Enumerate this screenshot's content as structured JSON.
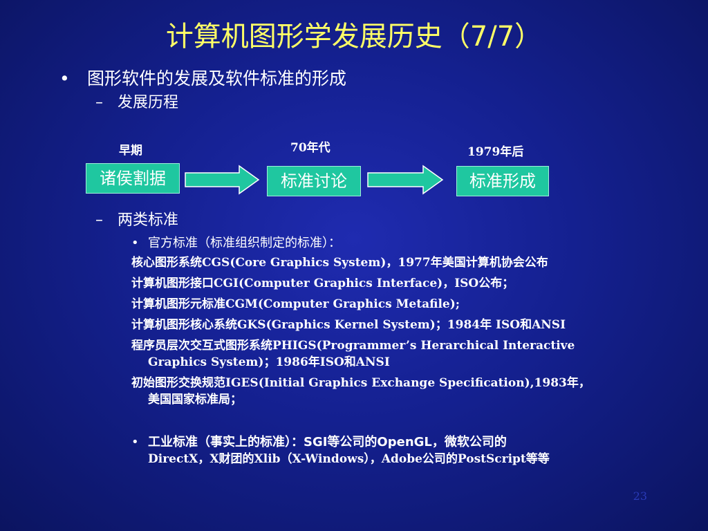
{
  "title": "计算机图形学发展历史（7/7）",
  "bullet_main": "图形软件的发展及软件标准的形成",
  "sub1": "发展历程",
  "timeline": {
    "labels": [
      "早期",
      "70年代",
      "1979年后"
    ],
    "stages": [
      "诸侯割据",
      "标准讨论",
      "标准形成"
    ],
    "stage_color": "#1fc7a0"
  },
  "sub2": "两类标准",
  "official": {
    "heading": "官方标准（标准组织制定的标准）：",
    "items": [
      [
        "核心图形系统CGS(Core Graphics System)，1977年美国计算机协会公布"
      ],
      [
        "计算机图形接口CGI(Computer Graphics Interface)，ISO公布；"
      ],
      [
        "计算机图形元标准CGM(Computer Graphics Metafile);"
      ],
      [
        "计算机图形核心系统GKS(Graphics Kernel System)；1984年 ISO和ANSI"
      ],
      [
        "程序员层次交互式图形系统PHIGS(Programmer’s Herarchical Interactive",
        "Graphics System)；1986年ISO和ANSI"
      ],
      [
        "初始图形交换规范IGES(Initial Graphics Exchange Specification),1983年，",
        "美国国家标准局；"
      ]
    ]
  },
  "industry": {
    "line1": "工业标准（事实上的标准）：SGI等公司的OpenGL，微软公司的",
    "line2": "DirectX，X财团的Xlib（X-Windows），Adobe公司的PostScript等等"
  },
  "page_number": "23",
  "colors": {
    "title": "#ffff66",
    "text": "#ffffff",
    "arrow": "#1fc7a0"
  }
}
